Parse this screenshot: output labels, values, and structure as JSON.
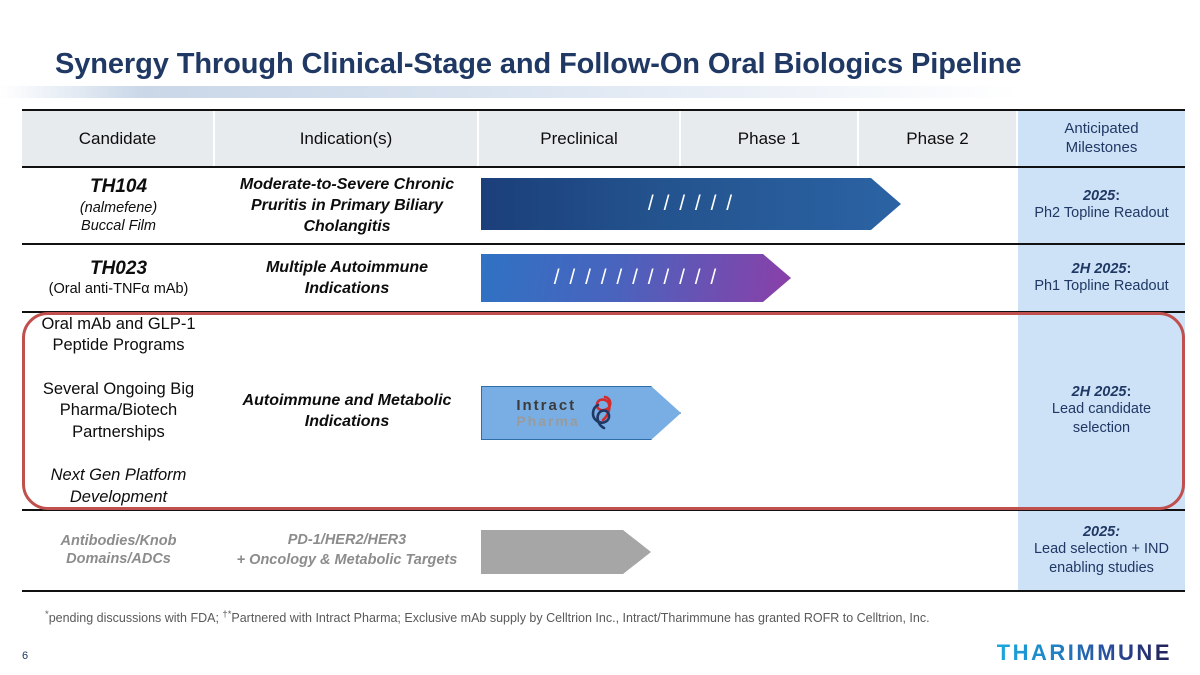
{
  "slide": {
    "title": "Synergy Through Clinical-Stage and Follow-On Oral Biologics Pipeline",
    "page_number": "6",
    "brand": "THARIMMUNE",
    "footnote": "*pending discussions with FDA; †*Partnered with Intract Pharma; Exclusive mAb supply by Celltrion Inc., Intract/Tharimmune has granted ROFR to Celltrion, Inc."
  },
  "colors": {
    "title_navy": "#1F3864",
    "header_gray": "#E8EBEE",
    "milestone_blue": "#CEE2F7",
    "highlight_red": "#C0504D",
    "bar_th104": "#24548F",
    "bar_th023_start": "#2F72C4",
    "bar_th023_end": "#8B3FA8",
    "bar_intract": "#79AEE4",
    "bar_gray": "#A6A6A6"
  },
  "table": {
    "headers": {
      "candidate": "Candidate",
      "indication": "Indication(s)",
      "preclinical": "Preclinical",
      "phase1": "Phase 1",
      "phase2": "Phase 2",
      "milestones_line1": "Anticipated",
      "milestones_line2": "Milestones"
    },
    "rows": [
      {
        "candidate_name": "TH104",
        "candidate_sub1": "(nalmefene)",
        "candidate_sub2": "Buccal Film",
        "indication": "Moderate-to-Severe Chronic Pruritis in Primary Biliary Cholangitis",
        "bar_label": "/ / / / / /",
        "milestone_head": "2025",
        "milestone_colon": ":",
        "milestone_sub": "Ph2 Topline Readout"
      },
      {
        "candidate_name": "TH023",
        "candidate_sub1": "(Oral anti-TNFα mAb)",
        "candidate_sub2": "",
        "indication": "Multiple Autoimmune Indications",
        "bar_label": "/ / / / / / / / / / /",
        "milestone_head": "2H 2025",
        "milestone_colon": ":",
        "milestone_sub": "Ph1 Topline Readout"
      },
      {
        "candidate_block1_line1": "Oral mAb and GLP-1",
        "candidate_block1_line2": "Peptide Programs",
        "candidate_block2_line1": "Several Ongoing Big",
        "candidate_block2_line2": "Pharma/Biotech",
        "candidate_block2_line3": "Partnerships",
        "candidate_block3_line1": "Next Gen Platform",
        "candidate_block3_line2": "Development",
        "indication": "Autoimmune and Metabolic Indications",
        "bar_logo_line1": "Intract",
        "bar_logo_line2": "Pharma",
        "milestone_head": "2H 2025",
        "milestone_colon": ":",
        "milestone_sub": "Lead candidate selection"
      },
      {
        "candidate_name": "Antibodies/Knob",
        "candidate_sub1": "Domains/ADCs",
        "indication_line1": "PD-1/HER2/HER3",
        "indication_line2": "+ Oncology & Metabolic Targets",
        "milestone_head": "2025:",
        "milestone_sub": "Lead selection + IND enabling studies"
      }
    ]
  }
}
